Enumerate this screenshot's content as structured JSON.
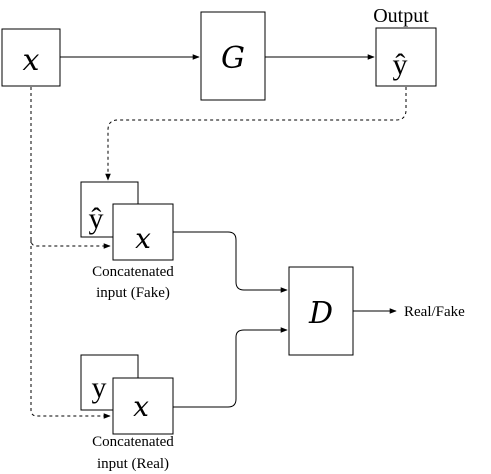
{
  "nodes": {
    "x_input": "x",
    "generator": "G",
    "output_yhat": "ŷ",
    "output_label": "Output",
    "fake_back": "ŷ",
    "fake_front": "x",
    "fake_caption_line1": "Concatenated",
    "fake_caption_line2": "input (Fake)",
    "real_back": "y",
    "real_front": "x",
    "real_caption_line1": "Concatenated",
    "real_caption_line2": "input (Real)",
    "discriminator": "D",
    "result_label": "Real/Fake"
  },
  "colors": {
    "stroke": "#000000",
    "fill": "#ffffff"
  }
}
